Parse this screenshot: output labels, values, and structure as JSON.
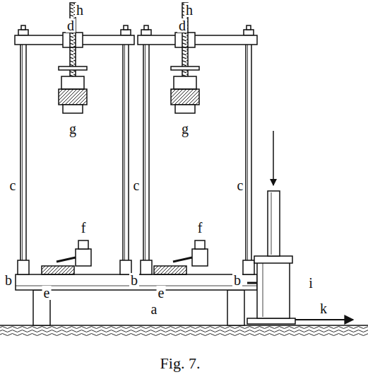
{
  "diagram": {
    "caption": "Fig. 7.",
    "labels": [
      "h",
      "h",
      "d",
      "d",
      "g",
      "g",
      "c",
      "c",
      "c",
      "f",
      "f",
      "b",
      "e",
      "b",
      "e",
      "b",
      "a",
      "i",
      "k"
    ]
  }
}
